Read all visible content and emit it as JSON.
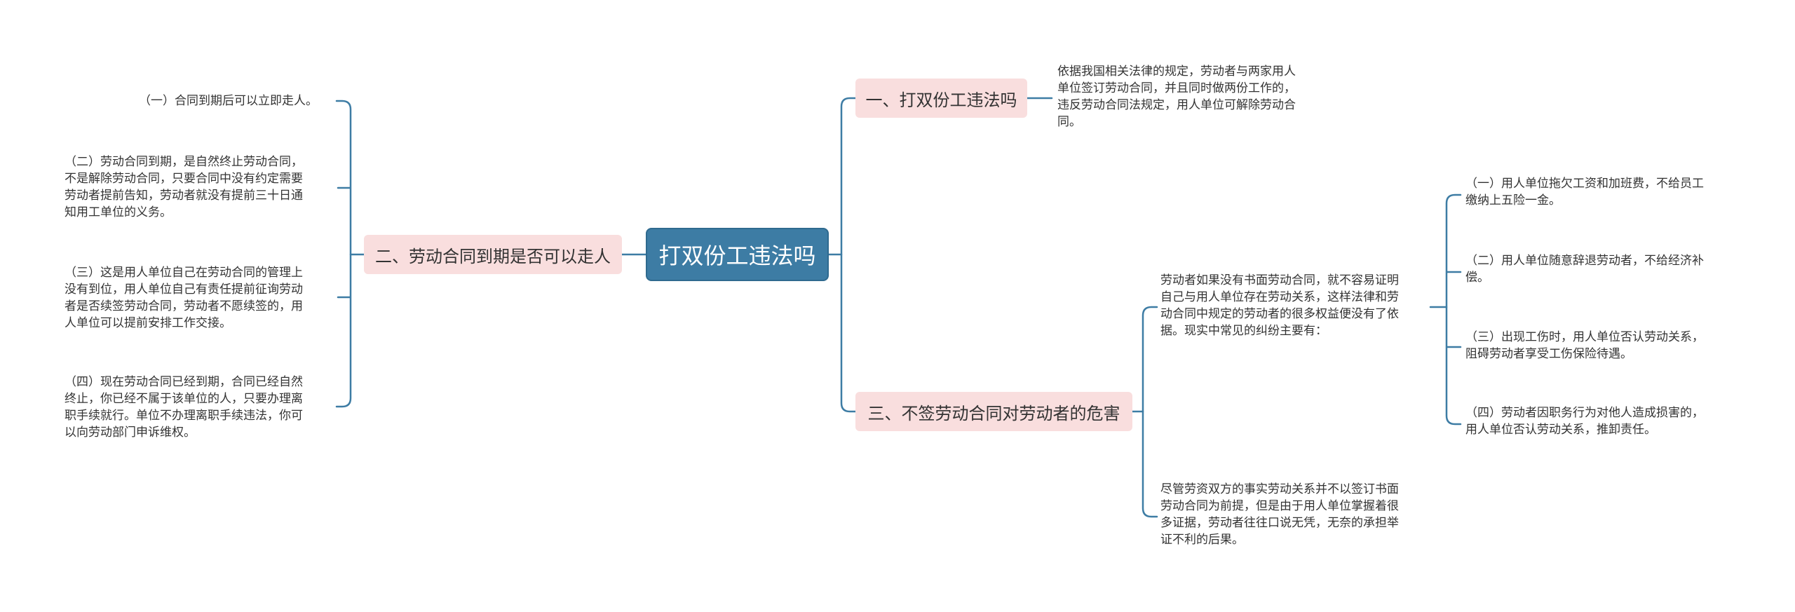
{
  "root": {
    "label": "打双份工违法吗"
  },
  "branches": {
    "b1": {
      "label": "一、打双份工违法吗",
      "detail": "依据我国相关法律的规定，劳动者与两家用人\n单位签订劳动合同，并且同时做两份工作的，\n违反劳动合同法规定，用人单位可解除劳动合\n同。"
    },
    "b2": {
      "label": "二、劳动合同到期是否可以走人",
      "items": [
        "（一）合同到期后可以立即走人。",
        "（二）劳动合同到期，是自然终止劳动合同，\n不是解除劳动合同，只要合同中没有约定需要\n劳动者提前告知，劳动者就没有提前三十日通\n知用工单位的义务。",
        "（三）这是用人单位自己在劳动合同的管理上\n没有到位，用人单位自己有责任提前征询劳动\n者是否续签劳动合同，劳动者不愿续签的，用\n人单位可以提前安排工作交接。",
        "（四）现在劳动合同已经到期，合同已经自然\n终止，你已经不属于该单位的人，只要办理离\n职手续就行。单位不办理离职手续违法，你可\n以向劳动部门申诉维权。"
      ]
    },
    "b3": {
      "label": "三、不签劳动合同对劳动者的危害",
      "sub1": "劳动者如果没有书面劳动合同，就不容易证明\n自己与用人单位存在劳动关系，这样法律和劳\n动合同中规定的劳动者的很多权益便没有了依\n据。现实中常见的纠纷主要有：",
      "sub1_items": [
        "（一）用人单位拖欠工资和加班费，不给员工\n缴纳上五险一金。",
        "（二）用人单位随意辞退劳动者，不给经济补\n偿。",
        "（三）出现工伤时，用人单位否认劳动关系，\n阻碍劳动者享受工伤保险待遇。",
        "（四）劳动者因职务行为对他人造成损害的，\n用人单位否认劳动关系，推卸责任。"
      ],
      "sub2": "尽管劳资双方的事实劳动关系并不以签订书面\n劳动合同为前提，但是由于用人单位掌握着很\n多证据，劳动者往往口说无凭，无奈的承担举\n证不利的后果。"
    }
  },
  "colors": {
    "root_bg": "#3d7ca4",
    "branch_bg": "#f9dede",
    "line": "#3d7ca4"
  }
}
